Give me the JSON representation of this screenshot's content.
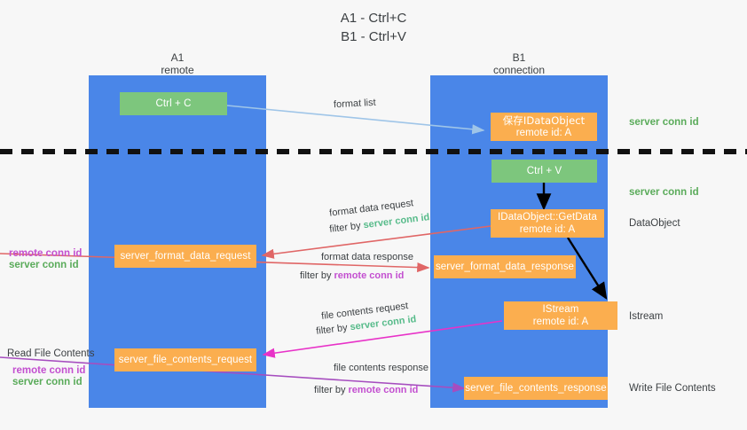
{
  "title": {
    "line1": "A1 - Ctrl+C",
    "line2": "B1 - Ctrl+V"
  },
  "lanes": [
    {
      "id": "A1",
      "name": "A1",
      "sub": "remote",
      "color": "#4a86e8"
    },
    {
      "id": "B1",
      "name": "B1",
      "sub": "connection",
      "color": "#4a86e8"
    }
  ],
  "colors": {
    "lane": "#4a86e8",
    "green_box": "#7dc67d",
    "orange_box": "#fbae4f",
    "server_conn": "#5aab5a",
    "remote_conn": "#c34fd0",
    "arrow_blue": "#9fc5e8",
    "arrow_black": "#000000",
    "arrow_red": "#e06666",
    "arrow_magenta": "#e832c8",
    "arrow_purple": "#a64dbf",
    "background": "#f7f7f7"
  },
  "boxes": {
    "ctrl_c": {
      "label": "Ctrl + C",
      "lane": "A1"
    },
    "save_idataobject": {
      "line1": "保存IDataObject",
      "line2": "remote id: A",
      "lane": "B1"
    },
    "ctrl_v": {
      "label": "Ctrl + V",
      "lane": "B1"
    },
    "getdata": {
      "line1": "IDataObject::GetData",
      "line2": "remote id: A",
      "lane": "B1"
    },
    "istream": {
      "line1": "IStream",
      "line2": "remote id: A",
      "lane": "B1"
    },
    "server_format_data_request": {
      "label": "server_format_data_request",
      "lane": "A1"
    },
    "server_format_data_response": {
      "label": "server_format_data_response",
      "lane": "B1"
    },
    "server_file_contents_request": {
      "label": "server_file_contents_request",
      "lane": "A1"
    },
    "server_file_contents_response": {
      "label": "server_file_contents_response",
      "lane": "B1"
    }
  },
  "right_annotations": [
    {
      "text": "server conn id",
      "style": "green"
    },
    {
      "text": "server conn id",
      "style": "green"
    },
    {
      "text": "DataObject",
      "style": "plain"
    },
    {
      "text": "Istream",
      "style": "plain"
    },
    {
      "text": "Write File Contents",
      "style": "plain"
    }
  ],
  "left_annotations": {
    "group1": {
      "remote": "remote conn id",
      "server": "server conn id"
    },
    "group2_title": "Read File Contents",
    "group2": {
      "remote": "remote conn id",
      "server": "server conn id"
    }
  },
  "edge_labels": {
    "format_list": "format list",
    "format_data_request": "format data request",
    "format_data_request_filter_prefix": "filter by ",
    "format_data_request_filter_key": "server conn id",
    "format_data_response": "format data response",
    "format_data_response_filter_prefix": "filter by ",
    "format_data_response_filter_key": "remote conn id",
    "file_contents_request": "file contents request",
    "file_contents_request_filter_prefix": "filter by ",
    "file_contents_request_filter_key": "server conn id",
    "file_contents_response": "file contents response",
    "file_contents_response_filter_prefix": "filter by ",
    "file_contents_response_filter_key": "remote conn id"
  }
}
